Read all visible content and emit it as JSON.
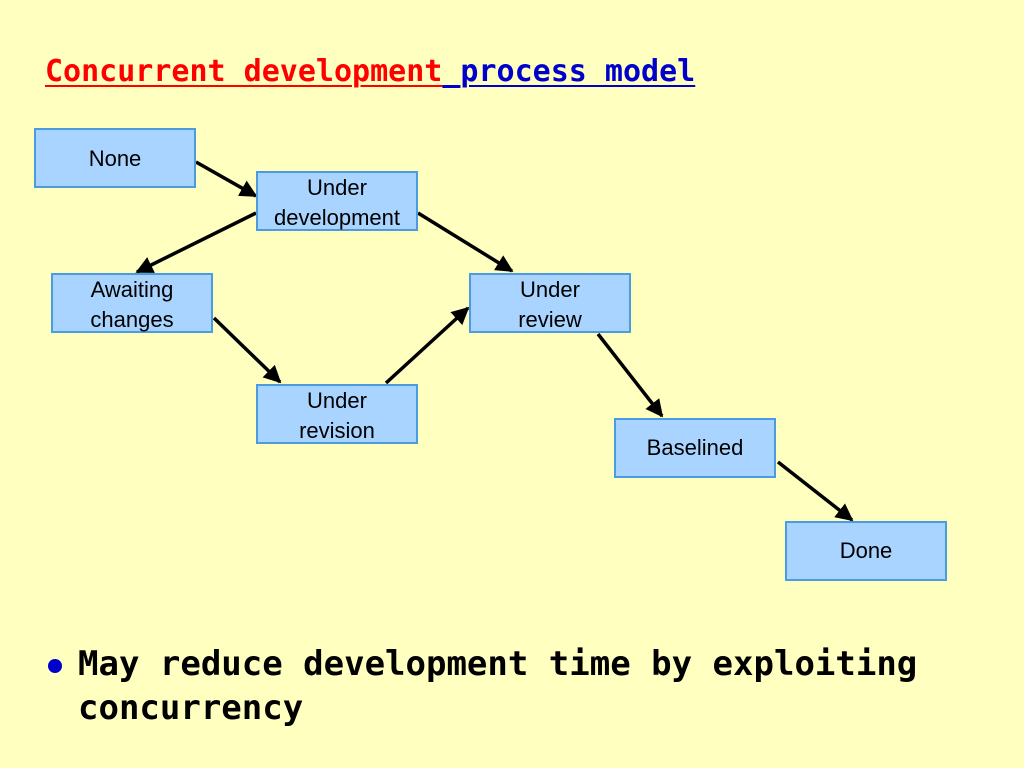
{
  "title": {
    "part1": "Concurrent development",
    "part2": "process model",
    "color1": "#FF0000",
    "color2": "#0000CC"
  },
  "colors": {
    "background": "#FFFFC0",
    "node_fill": "#A8D4FF",
    "node_border": "#4A9BE0",
    "arrow": "#000000",
    "bullet": "#0000CC"
  },
  "nodes": {
    "none": {
      "lines": [
        "None"
      ]
    },
    "under_development": {
      "lines": [
        "Under",
        "development"
      ]
    },
    "awaiting_changes": {
      "lines": [
        "Awaiting",
        "changes"
      ]
    },
    "under_review": {
      "lines": [
        "Under",
        "review"
      ]
    },
    "under_revision": {
      "lines": [
        "Under",
        "revision"
      ]
    },
    "baselined": {
      "lines": [
        "Baselined"
      ]
    },
    "done": {
      "lines": [
        "Done"
      ]
    }
  },
  "transitions": [
    {
      "from": "None",
      "to": "Under development"
    },
    {
      "from": "Under development",
      "to": "Awaiting changes"
    },
    {
      "from": "Under development",
      "to": "Under review"
    },
    {
      "from": "Awaiting changes",
      "to": "Under revision"
    },
    {
      "from": "Under revision",
      "to": "Under review"
    },
    {
      "from": "Under review",
      "to": "Baselined"
    },
    {
      "from": "Baselined",
      "to": "Done"
    }
  ],
  "bullet": {
    "text": "May reduce development time by exploiting concurrency"
  }
}
